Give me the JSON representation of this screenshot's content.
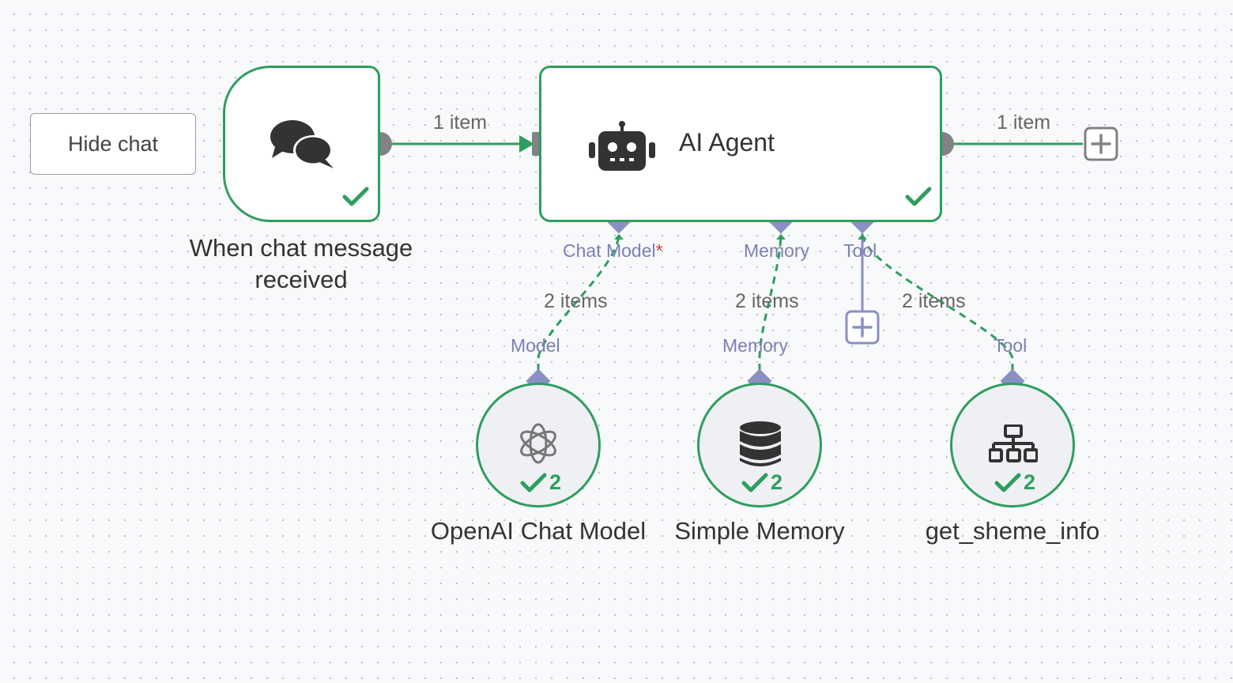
{
  "toolbar": {
    "hide_chat_label": "Hide chat"
  },
  "nodes": {
    "trigger": {
      "label": "When chat message received",
      "icon": "chat-bubbles-icon",
      "status": "success"
    },
    "agent": {
      "label": "AI Agent",
      "icon": "robot-icon",
      "status": "success"
    },
    "openai": {
      "label": "OpenAI Chat Model",
      "icon": "openai-icon",
      "run_count": "2"
    },
    "memory": {
      "label": "Simple Memory",
      "icon": "database-icon",
      "run_count": "2"
    },
    "tool": {
      "label": "get_sheme_info",
      "icon": "network-icon",
      "run_count": "2"
    }
  },
  "edges": {
    "trigger_to_agent": "1 item",
    "agent_output": "1 item",
    "model_edge": "2 items",
    "memory_edge": "2 items",
    "tool_edge": "2 items"
  },
  "ports": {
    "agent_chat_model": "Chat Model",
    "agent_chat_model_required": "*",
    "agent_memory": "Memory",
    "agent_tool": "Tool",
    "openai_model": "Model",
    "memory_memory": "Memory",
    "tool_tool": "Tool"
  },
  "colors": {
    "success": "#2e9e5e",
    "port": "#8a8fc4",
    "connector": "#808285",
    "canvas_background": "#f8f9fb",
    "required": "#e0383e"
  }
}
